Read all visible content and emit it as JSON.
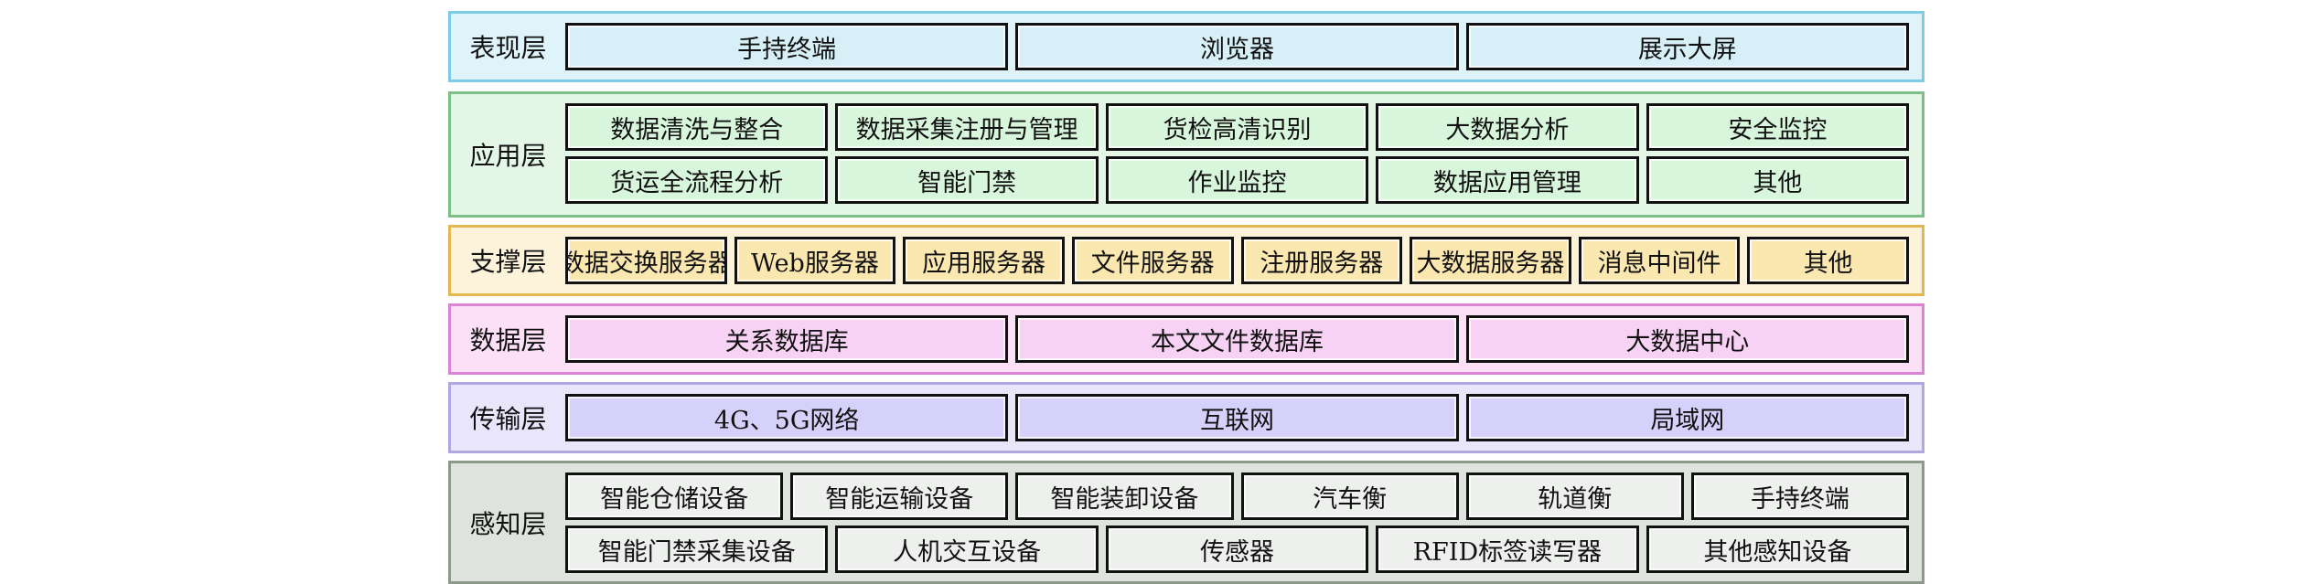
{
  "layers": [
    {
      "id": "presentation",
      "label": "表现层",
      "bg": "#dff3fa",
      "border": "#7ecbe6",
      "cell_bg": "#d7f0f8",
      "rows": [
        [
          "手持终端",
          "浏览器",
          "展示大屏"
        ]
      ]
    },
    {
      "id": "application",
      "label": "应用层",
      "bg": "#e4f7e6",
      "border": "#7dbf87",
      "cell_bg": "#d8f6dc",
      "rows": [
        [
          "数据清洗与整合",
          "数据采集注册与管理",
          "货检高清识别",
          "大数据分析",
          "安全监控"
        ],
        [
          "货运全流程分析",
          "智能门禁",
          "作业监控",
          "数据应用管理",
          "其他"
        ]
      ]
    },
    {
      "id": "support",
      "label": "支撑层",
      "bg": "#fdf3da",
      "border": "#e2b850",
      "cell_bg": "#fbe7b0",
      "rows": [
        [
          "数据交换服务器",
          "Web服务器",
          "应用服务器",
          "文件服务器",
          "注册服务器",
          "大数据服务器",
          "消息中间件",
          "其他"
        ]
      ]
    },
    {
      "id": "data",
      "label": "数据层",
      "bg": "#fbe0f8",
      "border": "#d985d4",
      "cell_bg": "#f8d2f4",
      "rows": [
        [
          "关系数据库",
          "本文文件数据库",
          "大数据中心"
        ]
      ]
    },
    {
      "id": "transport",
      "label": "传输层",
      "bg": "#e9e5fb",
      "border": "#b2a7e0",
      "cell_bg": "#d6d1fb",
      "rows": [
        [
          "4G、5G网络",
          "互联网",
          "局域网"
        ]
      ]
    },
    {
      "id": "perception",
      "label": "感知层",
      "bg": "#dfe3dd",
      "border": "#8c9a8c",
      "cell_bg": "#eef0ee",
      "rows": [
        [
          "智能仓储设备",
          "智能运输设备",
          "智能装卸设备",
          "汽车衡",
          "轨道衡",
          "手持终端"
        ],
        [
          "智能门禁采集设备",
          "人机交互设备",
          "传感器",
          "RFID标签读写器",
          "其他感知设备"
        ]
      ]
    }
  ]
}
